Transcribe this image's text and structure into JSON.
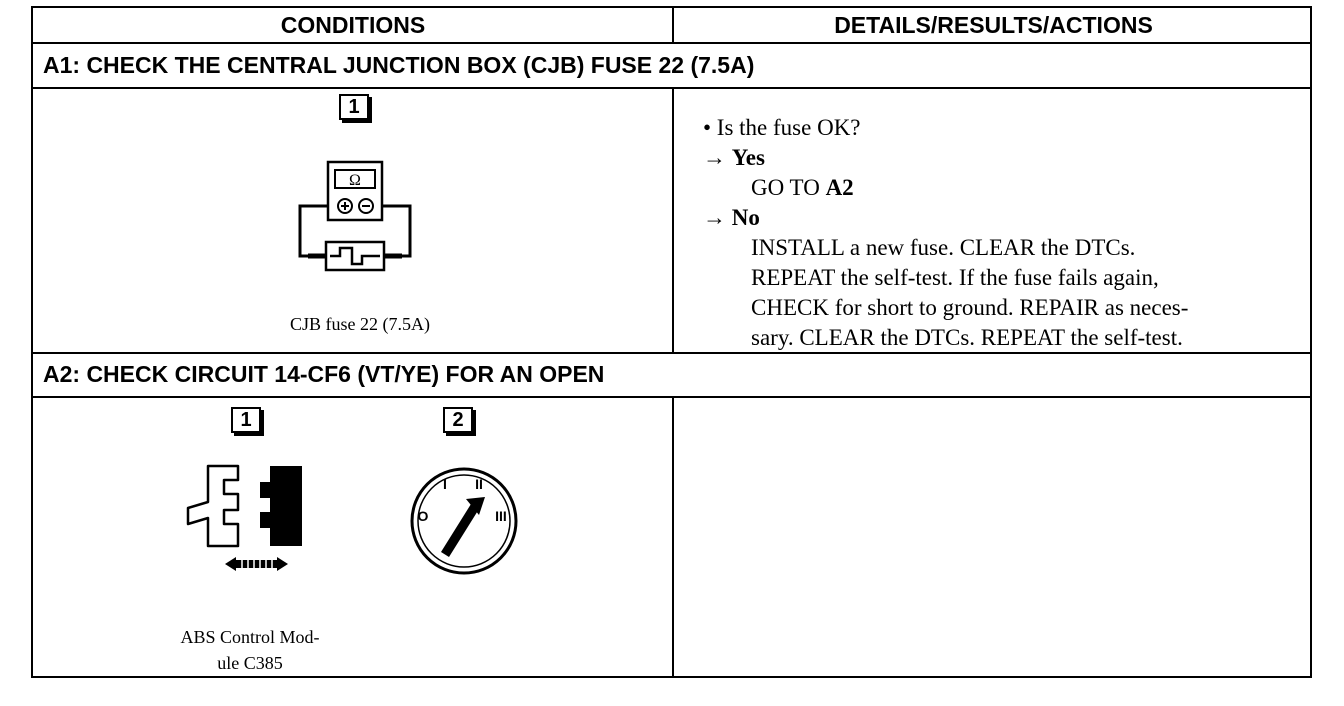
{
  "header": {
    "conditions": "CONDITIONS",
    "details": "DETAILS/RESULTS/ACTIONS"
  },
  "a1": {
    "title": "A1: CHECK THE CENTRAL JUNCTION BOX (CJB) FUSE 22 (7.5A)",
    "step1": "1",
    "ohm_symbol": "Ω",
    "caption": "CJB fuse 22 (7.5A)",
    "question": "• Is the fuse OK?",
    "yes_arrow": "→ ",
    "yes_label": "Yes",
    "yes_action_prefix": "GO TO ",
    "yes_action_target": "A2",
    "no_arrow": "→ ",
    "no_label": "No",
    "no_lines": [
      "INSTALL a new fuse. CLEAR the DTCs.",
      "REPEAT the self-test. If the fuse fails again,",
      "CHECK for short to ground. REPAIR as neces-",
      "sary. CLEAR the DTCs. REPEAT the self-test."
    ]
  },
  "a2": {
    "title": "A2: CHECK CIRCUIT 14-CF6 (VT/YE) FOR AN OPEN",
    "step1": "1",
    "step2": "2",
    "caption_line1": "ABS Control Mod-",
    "caption_line2": "ule C385",
    "ignition_labels": [
      "O",
      "I",
      "II",
      "III"
    ]
  },
  "icons": [
    "multimeter-icon",
    "fuse-icon",
    "connector-icon",
    "ignition-switch-icon",
    "double-arrow-icon"
  ]
}
